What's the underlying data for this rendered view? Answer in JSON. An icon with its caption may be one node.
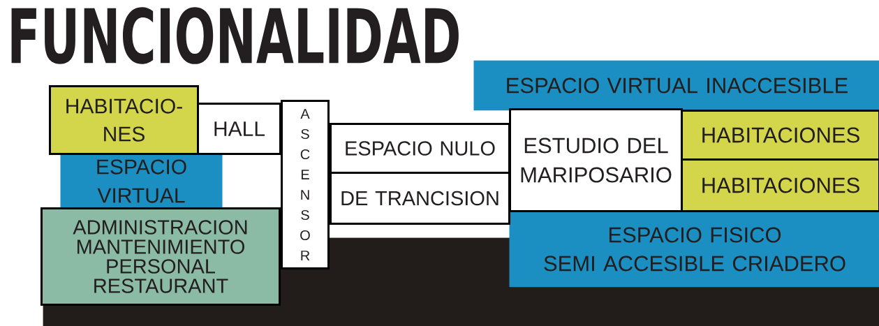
{
  "diagram": {
    "title": "FUNCIONALIDAD",
    "nodes": [
      {
        "text": [
          "HABITACIO- NES"
        ]
      },
      {
        "text": [
          "HALL"
        ]
      },
      {
        "text": [
          "ESPACIO VIRTUAL"
        ]
      },
      {
        "text": [
          "ADMINISTRACION MANTENIMIENTO PERSONAL RESTAURANT"
        ]
      },
      {
        "text": [
          "ASCENSOR"
        ]
      },
      {
        "text": [
          "ESPACIO NULO"
        ]
      },
      {
        "text": [
          "DE TRANCISION"
        ]
      },
      {
        "text": [
          "ESPACIO VIRTUAL INACCESIBLE"
        ]
      },
      {
        "text": [
          "ESTUDIO DEL MARIPOSARIO"
        ]
      },
      {
        "text": [
          "HABITACIONES"
        ]
      },
      {
        "text": [
          "HABITACIONES"
        ]
      },
      {
        "text": [
          "ESPACIO FISICO",
          "SEMI ACCESIBLE CRIADERO"
        ]
      },
      {
        "text": [],
        "shape": "box"
      }
    ]
  }
}
